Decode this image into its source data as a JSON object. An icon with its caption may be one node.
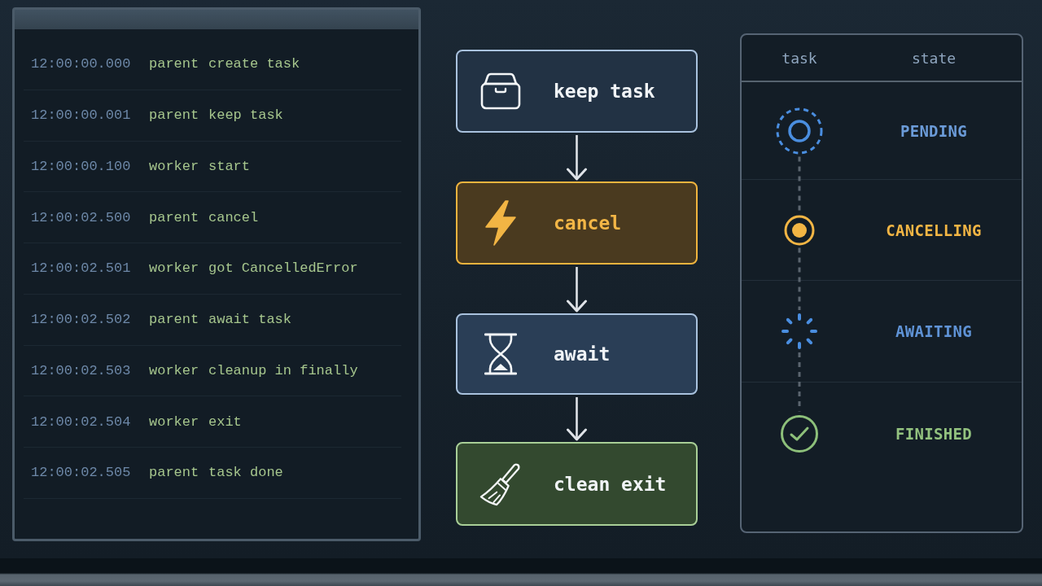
{
  "diagram": {
    "nodes": [
      {
        "text": [
          "keep task"
        ]
      },
      {
        "text": [
          "cancel"
        ]
      },
      {
        "text": [
          "await"
        ]
      },
      {
        "text": [
          "clean exit"
        ]
      },
      {
        "text": [],
        "shape": "circle"
      },
      {
        "text": [],
        "shape": "circle"
      },
      {
        "text": [],
        "shape": "circle"
      },
      {
        "text": [],
        "shape": "circle"
      }
    ],
    "edges": [
      {
        "from": 0,
        "to": 1,
        "arrow": "to"
      },
      {
        "from": 1,
        "to": 2,
        "arrow": "to"
      },
      {
        "from": 2,
        "to": 3,
        "arrow": "to"
      },
      {
        "from": 4,
        "to": 5,
        "arrow": "none",
        "style": "dashed",
        "color": "#5a646e"
      },
      {
        "from": 5,
        "to": 6,
        "arrow": "none",
        "style": "dashed",
        "color": "#5a646e"
      },
      {
        "from": 6,
        "to": 7,
        "arrow": "none",
        "style": "dashed",
        "color": "#5a646e"
      }
    ],
    "labels": [
      "12:00:00.000",
      "parent",
      "create task",
      "12:00:00.001",
      "parent",
      "keep task",
      "12:00:00.100",
      "worker",
      "start",
      "12:00:02.500",
      "parent",
      "cancel",
      "12:00:02.501",
      "worker",
      "got CancelledError",
      "12:00:02.502",
      "parent",
      "await task",
      "12:00:02.503",
      "worker",
      "cleanup in finally",
      "12:00:02.504",
      "worker",
      "exit",
      "12:00:02.505",
      "parent",
      "task done",
      "task",
      "state",
      "PENDING",
      "CANCELLING",
      "AWAITING",
      "FINISHED"
    ]
  }
}
